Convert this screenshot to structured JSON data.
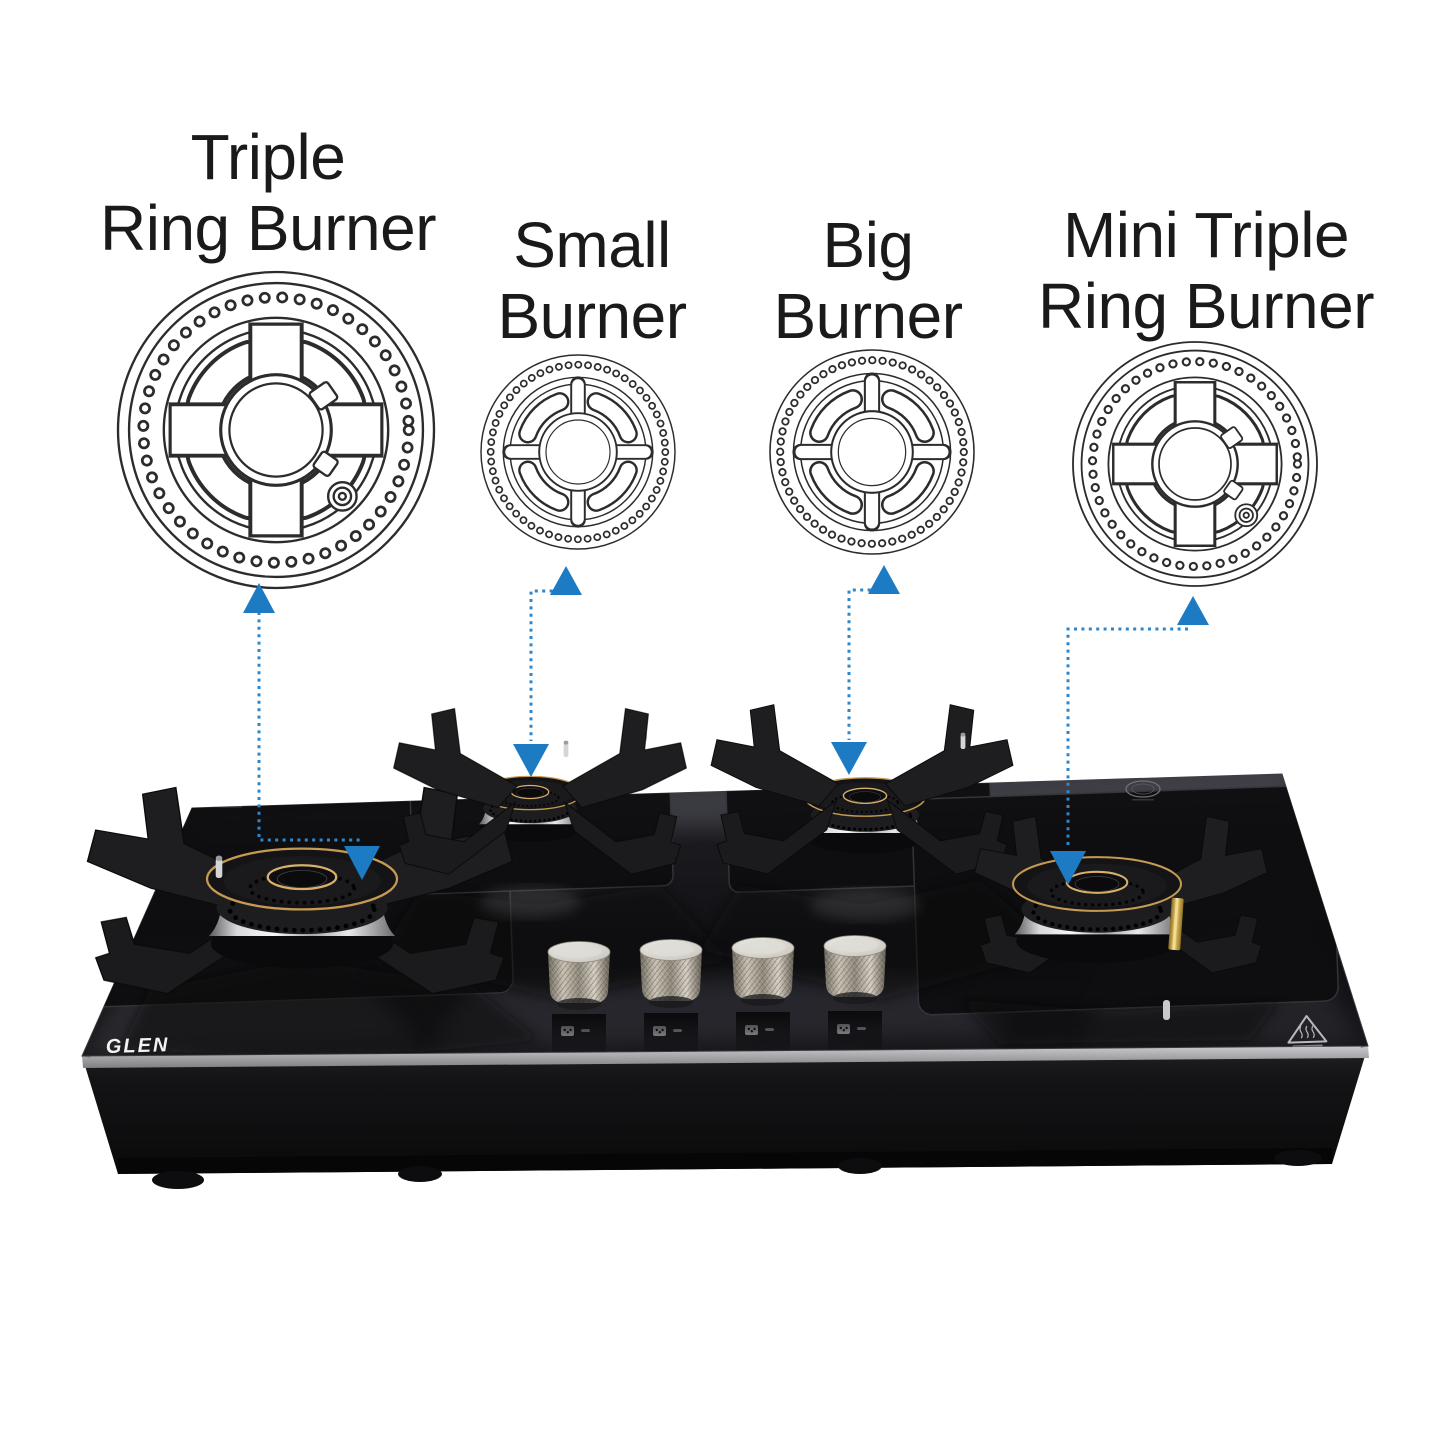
{
  "page": {
    "background_color": "#ffffff",
    "description": "Glen four burner built-in glass gas hob with burner type callout diagram"
  },
  "callouts": [
    {
      "id": "triple-ring-burner",
      "label": "Triple Ring Burner",
      "line1": "Triple",
      "line2": "Ring Burner"
    },
    {
      "id": "small-burner",
      "label": "Small Burner",
      "line1": "Small",
      "line2": "Burner"
    },
    {
      "id": "big-burner",
      "label": "Big Burner",
      "line1": "Big",
      "line2": "Burner"
    },
    {
      "id": "mini-triple-ring-burner",
      "label": "Mini Triple Ring Burner",
      "line1": "Mini Triple",
      "line2": "Ring Burner"
    }
  ],
  "hob": {
    "brand": "GLEN",
    "burner_count": 4,
    "knob_count": 4,
    "icons": [
      "glen-oval-emblem",
      "certification-badge",
      "hot-surface-warning-triangle",
      "burner-selector-icon"
    ]
  },
  "colors": {
    "arrow_blue": "#1d7bc4",
    "dotted_line_blue": "#2f86c9",
    "label_text": "#1a1a1a",
    "line_art": "#2c2c2c",
    "glass_black": "#121216",
    "accent_gold": "#c59a52",
    "steel_silver": "#d9d9dc",
    "knob_metal": "#b9b2a4"
  }
}
